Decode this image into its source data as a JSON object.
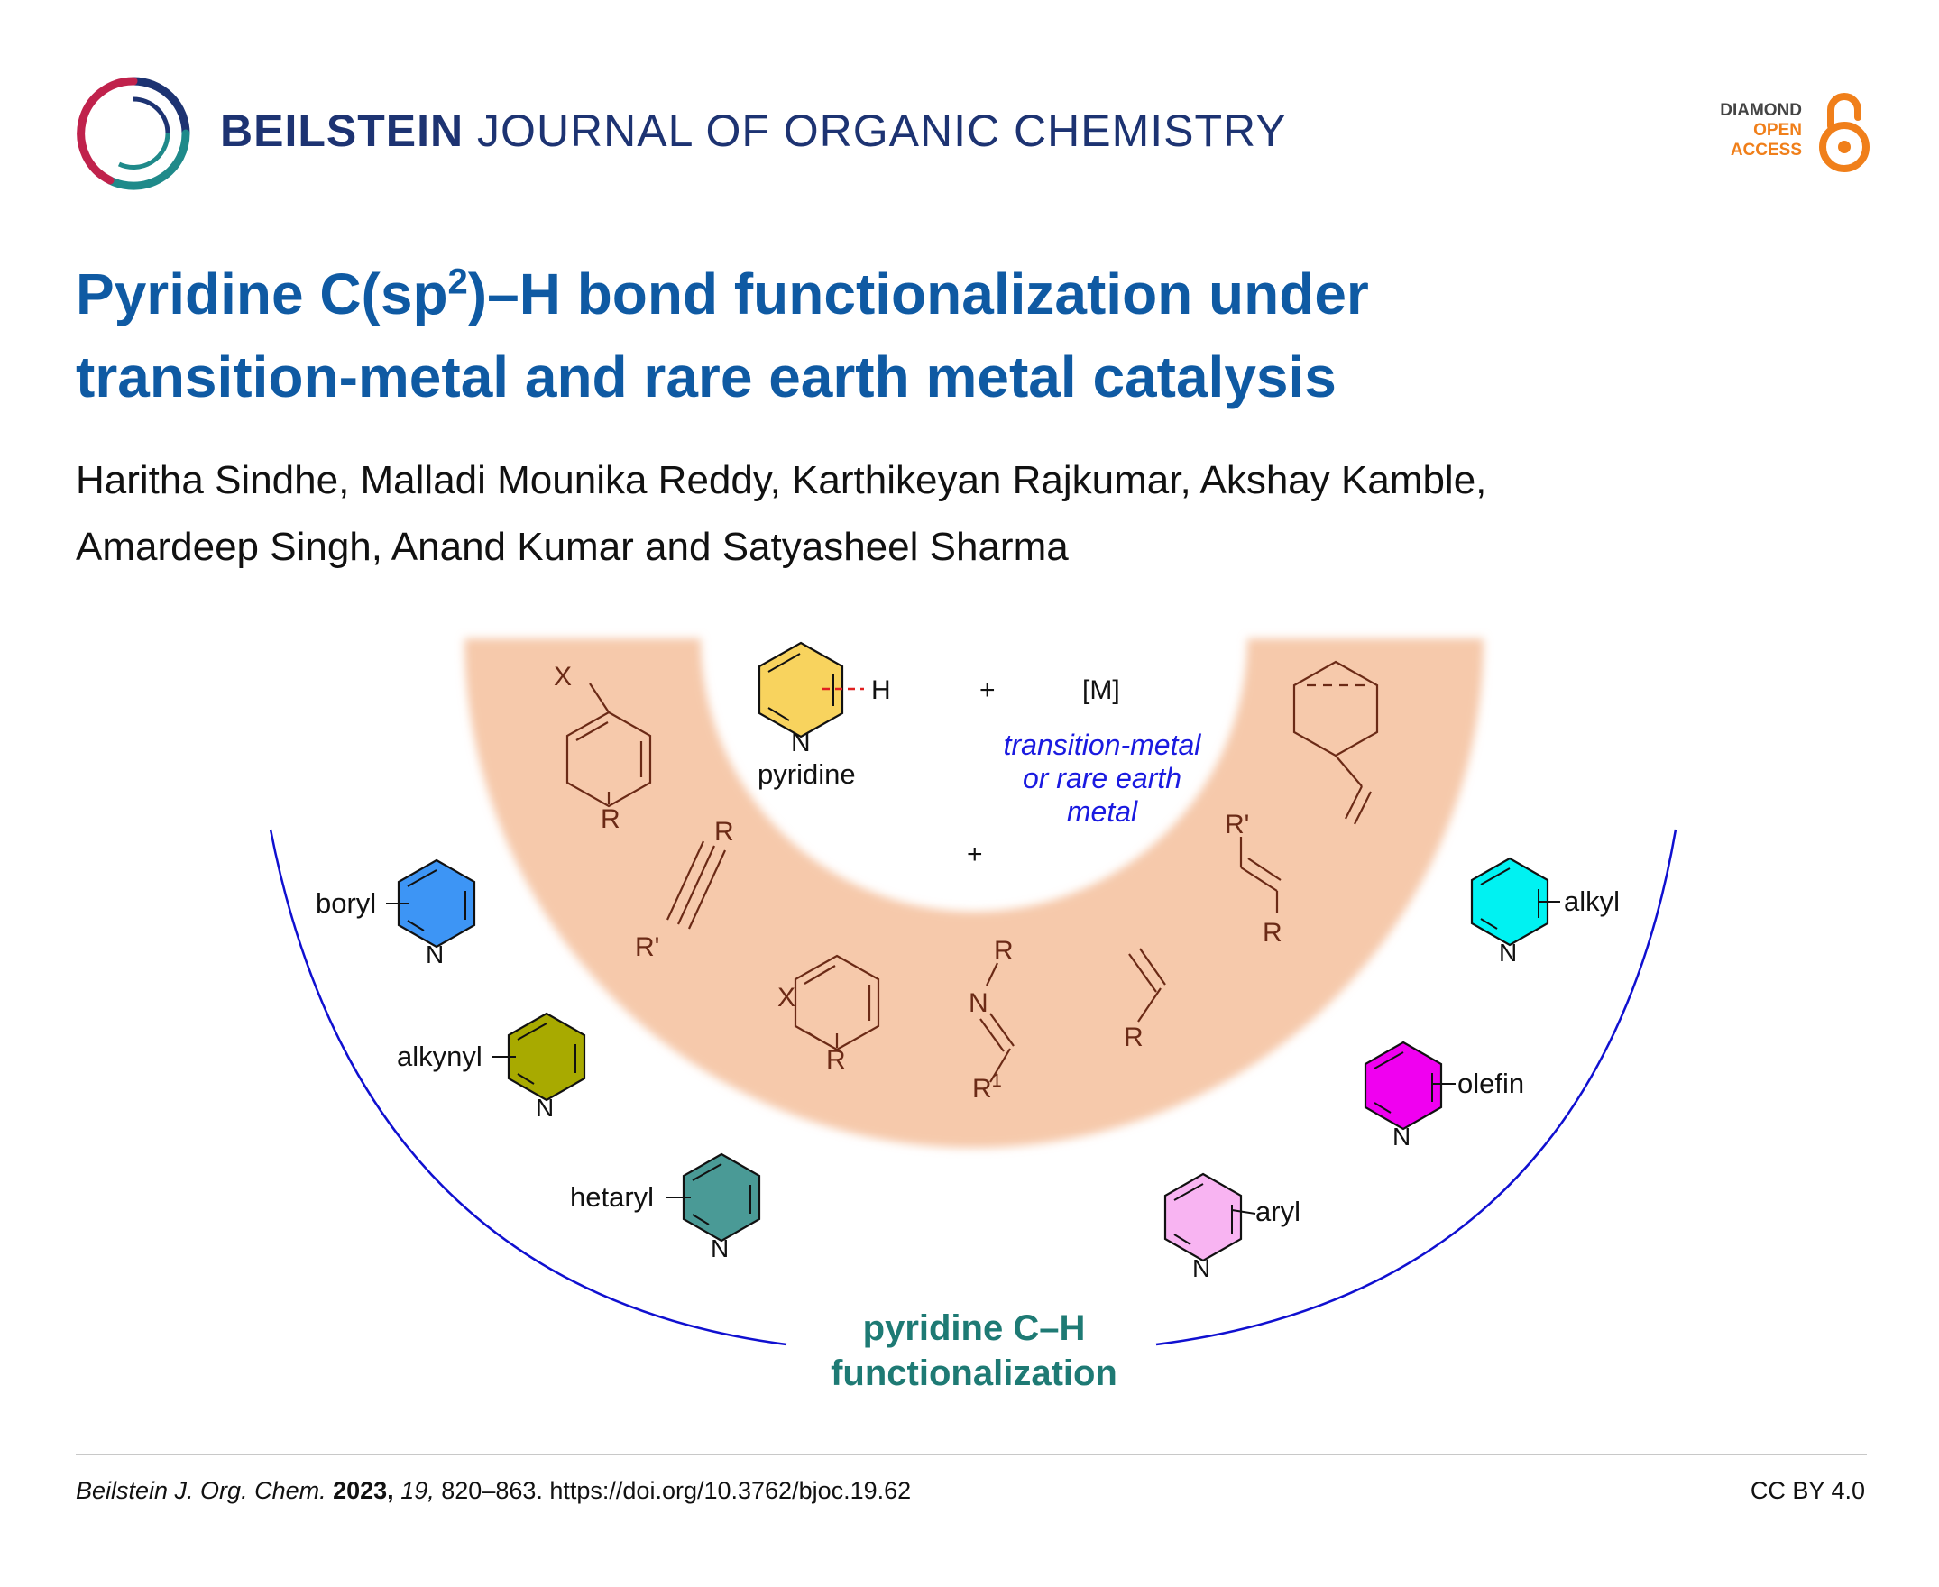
{
  "header": {
    "journal_name_bold": "BEILSTEIN",
    "journal_name_rest": "JOURNAL OF ORGANIC CHEMISTRY",
    "open_access": {
      "line1": "DIAMOND",
      "line2": "OPEN",
      "line3": "ACCESS"
    }
  },
  "article": {
    "title_part1": "Pyridine C(sp",
    "title_sup": "2",
    "title_part2": ")–H bond functionalization under",
    "title_line2": "transition-metal and rare earth metal catalysis",
    "authors_line1": "Haritha Sindhe, Malladi Mounika Reddy, Karthikeyan Rajkumar, Akshay Kamble,",
    "authors_line2": "Amardeep Singh, Anand Kumar and Satyasheel Sharma"
  },
  "graphic": {
    "pyridine_label": "pyridine",
    "atom_N": "N",
    "atom_H": "H",
    "atom_X": "X",
    "atom_R": "R",
    "atom_R_prime": "R'",
    "atom_R1_base": "R",
    "atom_R1_sup": "1",
    "plus": "+",
    "metal": "[M]",
    "catalyst_line1": "transition-metal",
    "catalyst_line2": "or  rare earth",
    "catalyst_line3": "metal",
    "products": {
      "boryl": "boryl",
      "alkynyl": "alkynyl",
      "hetaryl": "hetaryl",
      "alkyl": "alkyl",
      "olefin": "olefin",
      "aryl": "aryl"
    },
    "product_colors": {
      "boryl": "#3d95f5",
      "alkynyl": "#a8aa00",
      "hetaryl": "#4a9a96",
      "alkyl": "#00f2f2",
      "olefin": "#f000f0",
      "aryl": "#f8b4f2",
      "pyridine": "#f8d35e"
    },
    "caption_line1": "pyridine C–H",
    "caption_line2": "functionalization"
  },
  "footer": {
    "journal_abbrev": "Beilstein J. Org. Chem.",
    "year": "2023,",
    "volume": "19,",
    "pages_doi": "820–863. https://doi.org/10.3762/bjoc.19.62",
    "license": "CC BY 4.0"
  }
}
